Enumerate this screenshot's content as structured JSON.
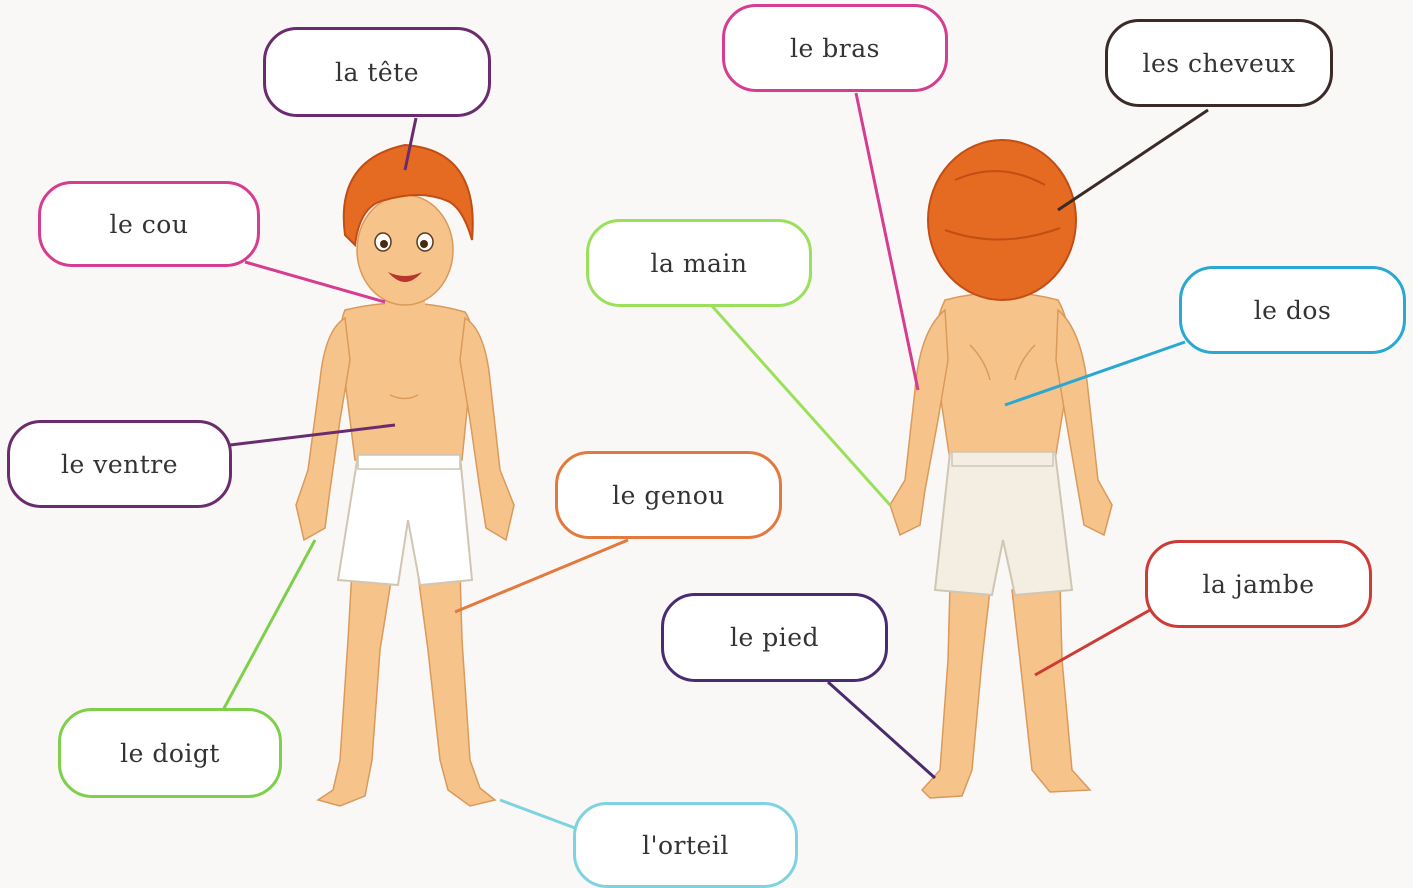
{
  "labels": {
    "tete": {
      "text": "la tête",
      "color": "#6a2c6f"
    },
    "cou": {
      "text": "le cou",
      "color": "#d63c8f"
    },
    "ventre": {
      "text": "le ventre",
      "color": "#6a2c6f"
    },
    "doigt": {
      "text": "le doigt",
      "color": "#7ed04a"
    },
    "orteil": {
      "text": "l'orteil",
      "color": "#7fd3e0"
    },
    "genou": {
      "text": "le genou",
      "color": "#e27a3e"
    },
    "main": {
      "text": "la main",
      "color": "#9be05a"
    },
    "bras": {
      "text": "le bras",
      "color": "#d63c8f"
    },
    "cheveux": {
      "text": "les cheveux",
      "color": "#3b2b28"
    },
    "dos": {
      "text": "le dos",
      "color": "#2aa8d2"
    },
    "jambe": {
      "text": "la jambe",
      "color": "#cc3b35"
    },
    "pied": {
      "text": "le pied",
      "color": "#4a2a70"
    }
  },
  "colors": {
    "skin": "#f6c48a",
    "skin_shade": "#e8a565",
    "hair": "#e56a22",
    "hair_dark": "#c24e15",
    "shorts": "#ffffff",
    "shorts_back": "#f3ede2",
    "background": "#f9f8f7"
  }
}
